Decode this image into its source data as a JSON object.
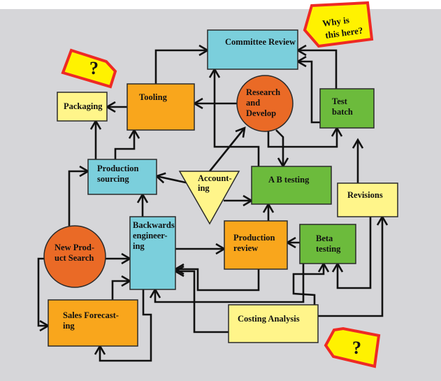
{
  "diagram": {
    "title": "",
    "colors": {
      "background": "#d6d6d9",
      "page": "#ffffff",
      "blue": "#7bcfdc",
      "orange": "#f9a61c",
      "light_yellow": "#fff58a",
      "green": "#6cbb3c",
      "circle_orange": "#ea6a26",
      "tag_fill": "#fff200",
      "tag_border": "#ee2a24",
      "line": "#111111"
    },
    "nodes": [
      {
        "id": "committee-review",
        "shape": "rect",
        "color": "blue",
        "lines": [
          "Committee Review"
        ]
      },
      {
        "id": "packaging",
        "shape": "rect",
        "color": "light_yellow",
        "lines": [
          "Packaging"
        ]
      },
      {
        "id": "tooling",
        "shape": "rect",
        "color": "orange",
        "lines": [
          "Tooling"
        ]
      },
      {
        "id": "research-and-develop",
        "shape": "circle",
        "color": "circle_orange",
        "lines": [
          "Research",
          "and",
          "Develop"
        ]
      },
      {
        "id": "test-batch",
        "shape": "rect",
        "color": "green",
        "lines": [
          "Test",
          "batch"
        ]
      },
      {
        "id": "production-sourcing",
        "shape": "rect",
        "color": "blue",
        "lines": [
          "Production",
          "sourcing"
        ]
      },
      {
        "id": "accounting",
        "shape": "triangle",
        "color": "light_yellow",
        "lines": [
          "Account-",
          "ing"
        ]
      },
      {
        "id": "ab-testing",
        "shape": "rect",
        "color": "green",
        "lines": [
          "A B testing"
        ]
      },
      {
        "id": "revisions",
        "shape": "rect",
        "color": "light_yellow",
        "lines": [
          "Revisions"
        ]
      },
      {
        "id": "new-product-search",
        "shape": "circle",
        "color": "circle_orange",
        "lines": [
          "New Prod-",
          "uct Search"
        ]
      },
      {
        "id": "backwards-engineering",
        "shape": "rect",
        "color": "blue",
        "lines": [
          "Backwards",
          "engineer-",
          "ing"
        ]
      },
      {
        "id": "production-review",
        "shape": "rect",
        "color": "orange",
        "lines": [
          "Production",
          "review"
        ]
      },
      {
        "id": "beta-testing",
        "shape": "rect",
        "color": "green",
        "lines": [
          "Beta",
          "testing"
        ]
      },
      {
        "id": "sales-forecasting",
        "shape": "rect",
        "color": "orange",
        "lines": [
          "Sales Forecast-",
          "ing"
        ]
      },
      {
        "id": "costing-analysis",
        "shape": "rect",
        "color": "light_yellow",
        "lines": [
          "Costing Analysis"
        ]
      }
    ],
    "tags": [
      {
        "id": "tag-question-top-left",
        "lines": [
          "?"
        ]
      },
      {
        "id": "tag-why-is-this-here",
        "lines": [
          "Why is",
          "this here?"
        ]
      },
      {
        "id": "tag-question-bottom-right",
        "lines": [
          "?"
        ]
      }
    ],
    "edges": [
      {
        "from": "tooling",
        "to": "committee-review"
      },
      {
        "from": "tooling",
        "to": "packaging"
      },
      {
        "from": "research-and-develop",
        "to": "tooling"
      },
      {
        "from": "test-batch",
        "to": "committee-review"
      },
      {
        "from": "test-batch",
        "to": "committee-review"
      },
      {
        "from": "production-sourcing",
        "to": "packaging"
      },
      {
        "from": "production-sourcing",
        "to": "tooling"
      },
      {
        "from": "accounting",
        "to": "production-sourcing"
      },
      {
        "from": "accounting",
        "to": "research-and-develop"
      },
      {
        "from": "accounting",
        "to": "ab-testing"
      },
      {
        "from": "ab-testing",
        "to": "committee-review"
      },
      {
        "from": "research-and-develop",
        "to": "ab-testing"
      },
      {
        "from": "research-and-develop",
        "to": "test-batch"
      },
      {
        "from": "revisions",
        "to": "test-batch"
      },
      {
        "from": "new-product-search",
        "to": "production-sourcing"
      },
      {
        "from": "new-product-search",
        "to": "backwards-engineering"
      },
      {
        "from": "new-product-search",
        "to": "sales-forecasting"
      },
      {
        "from": "backwards-engineering",
        "to": "production-sourcing"
      },
      {
        "from": "backwards-engineering",
        "to": "production-review"
      },
      {
        "from": "backwards-engineering",
        "to": "sales-forecasting"
      },
      {
        "from": "production-review",
        "to": "ab-testing"
      },
      {
        "from": "production-review",
        "to": "backwards-engineering"
      },
      {
        "from": "beta-testing",
        "to": "production-review"
      },
      {
        "from": "beta-testing",
        "to": "backwards-engineering"
      },
      {
        "from": "revisions",
        "to": "beta-testing"
      },
      {
        "from": "sales-forecasting",
        "to": "backwards-engineering"
      },
      {
        "from": "costing-analysis",
        "to": "backwards-engineering"
      },
      {
        "from": "costing-analysis",
        "to": "revisions"
      },
      {
        "from": "costing-analysis",
        "to": "beta-testing"
      }
    ]
  }
}
